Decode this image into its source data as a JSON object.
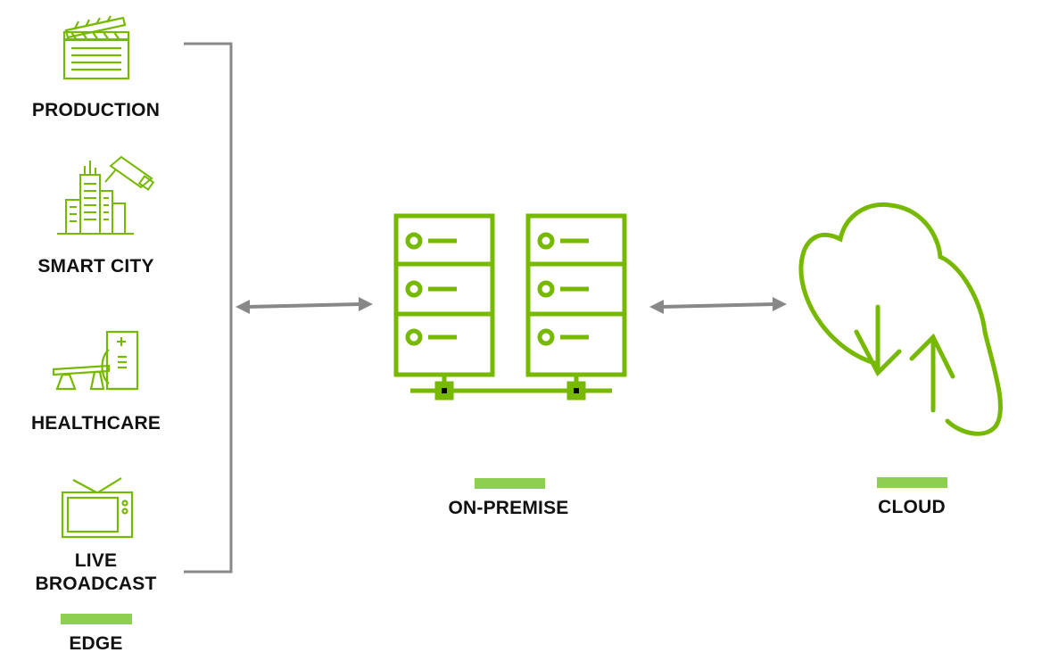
{
  "edge": {
    "items": [
      {
        "label": "PRODUCTION",
        "icon": "clapperboard-icon"
      },
      {
        "label": "SMART CITY",
        "icon": "city-camera-icon"
      },
      {
        "label": "HEALTHCARE",
        "icon": "medical-scanner-icon"
      },
      {
        "label_line1": "LIVE",
        "label_line2": "BROADCAST",
        "icon": "tv-icon"
      }
    ],
    "tier_label": "EDGE"
  },
  "on_premise": {
    "tier_label": "ON-PREMISE",
    "icon": "server-racks-icon"
  },
  "cloud": {
    "tier_label": "CLOUD",
    "icon": "cloud-sync-icon"
  },
  "colors": {
    "accent": "#76b900",
    "bar": "#8dcf4e",
    "bracket": "#888888",
    "text": "#111111"
  }
}
